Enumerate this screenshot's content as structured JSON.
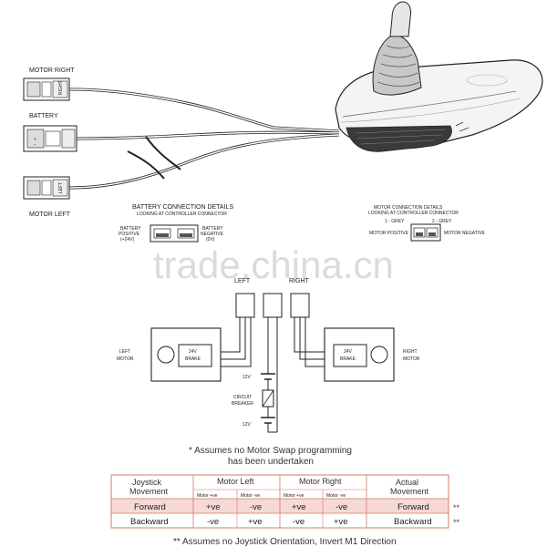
{
  "labels": {
    "motor_right": "MOTOR RIGHT",
    "battery": "BATTERY",
    "motor_left": "MOTOR LEFT",
    "conn_right_text": "RIGHT",
    "conn_left_text": "LEFT"
  },
  "battery_details": {
    "title": "BATTERY CONNECTION DETAILS",
    "subtitle": "LOOKING AT CONTROLLER CONNECTOR",
    "pos_line1": "BATTERY",
    "pos_line2": "POSITIVE",
    "pos_line3": "(+24V)",
    "neg_line1": "BATTERY",
    "neg_line2": "NEGATIVE",
    "neg_line3": "(0V)"
  },
  "motor_details": {
    "title": "MOTOR CONNECTION DETAILS",
    "subtitle": "LOOKING AT CONTROLLER CONNECTOR",
    "pin1": "1 - GREY",
    "pin2": "2 - GREY",
    "pos": "MOTOR POSITIVE",
    "neg": "MOTOR NEGATIVE"
  },
  "watermark": "trade.china.cn",
  "schematic": {
    "left_top": "LEFT",
    "right_top": "RIGHT",
    "left_motor_1": "LEFT",
    "left_motor_2": "MOTOR",
    "right_motor_1": "RIGHT",
    "right_motor_2": "MOTOR",
    "brake_1": "24V",
    "brake_2": "BRAKE",
    "v_top": "12V",
    "v_bottom": "12V",
    "cb_1": "CIRCUIT",
    "cb_2": "BREAKER"
  },
  "note1_line1": "* Assumes no Motor Swap programming",
  "note1_line2": "has been undertaken",
  "table": {
    "h_joystick_1": "Joystick",
    "h_joystick_2": "Movement",
    "h_motor_left": "Motor Left",
    "h_motor_right": "Motor Right",
    "h_actual_1": "Actual",
    "h_actual_2": "Movement",
    "sub_pos": "Motor +ve",
    "sub_neg": "Motor -ve",
    "rows": [
      {
        "move": "Forward",
        "lp": "+ve",
        "ln": "-ve",
        "rp": "+ve",
        "rn": "-ve",
        "actual": "Forward",
        "mark": "**"
      },
      {
        "move": "Backward",
        "lp": "-ve",
        "ln": "+ve",
        "rp": "-ve",
        "rn": "+ve",
        "actual": "Backward",
        "mark": "**"
      }
    ]
  },
  "note2": "** Assumes no Joystick Orientation, Invert M1 Direction",
  "colors": {
    "table_border": "#d9786a",
    "row_fill": "#f6d9d4"
  }
}
